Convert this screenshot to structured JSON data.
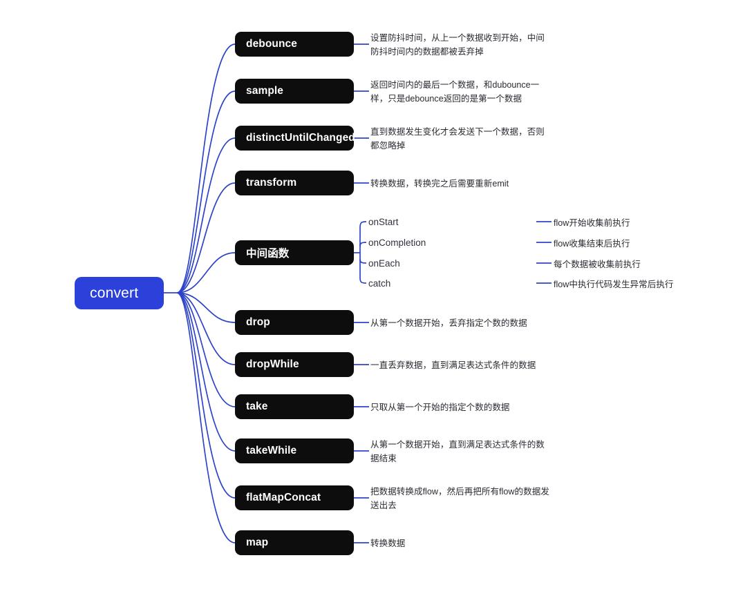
{
  "diagram": {
    "type": "mindmap",
    "background_color": "#ffffff",
    "root": {
      "label": "convert",
      "color": "#2b41da",
      "text_color": "#ffffff"
    },
    "node_color": "#0d0d0d",
    "edge_color": "#2d43c8",
    "text_color": "#2b2b33",
    "branches": [
      {
        "label": "debounce",
        "description": "设置防抖时间，从上一个数据收到开始，中间防抖时间内的数据都被丢弃掉",
        "children": []
      },
      {
        "label": "sample",
        "description": "返回时间内的最后一个数据，和dubounce一样，只是debounce返回的是第一个数据",
        "children": []
      },
      {
        "label": "distinctUntilChanged",
        "description": "直到数据发生变化才会发送下一个数据，否则都忽略掉",
        "children": []
      },
      {
        "label": "transform",
        "description": "转换数据，转换完之后需要重新emit",
        "children": []
      },
      {
        "label": "中间函数",
        "description": "",
        "children": [
          {
            "label": "onStart",
            "description": "flow开始收集前执行"
          },
          {
            "label": "onCompletion",
            "description": "flow收集结束后执行"
          },
          {
            "label": "onEach",
            "description": "每个数据被收集前执行"
          },
          {
            "label": "catch",
            "description": "flow中执行代码发生异常后执行"
          }
        ]
      },
      {
        "label": "drop",
        "description": "从第一个数据开始，丢弃指定个数的数据",
        "children": []
      },
      {
        "label": "dropWhile",
        "description": "一直丢弃数据，直到满足表达式条件的数据",
        "children": []
      },
      {
        "label": "take",
        "description": "只取从第一个开始的指定个数的数据",
        "children": []
      },
      {
        "label": "takeWhile",
        "description": "从第一个数据开始，直到满足表达式条件的数据结束",
        "children": []
      },
      {
        "label": "flatMapConcat",
        "description": "把数据转换成flow，然后再把所有flow的数据发送出去",
        "children": []
      },
      {
        "label": "map",
        "description": "转换数据",
        "children": []
      }
    ]
  }
}
